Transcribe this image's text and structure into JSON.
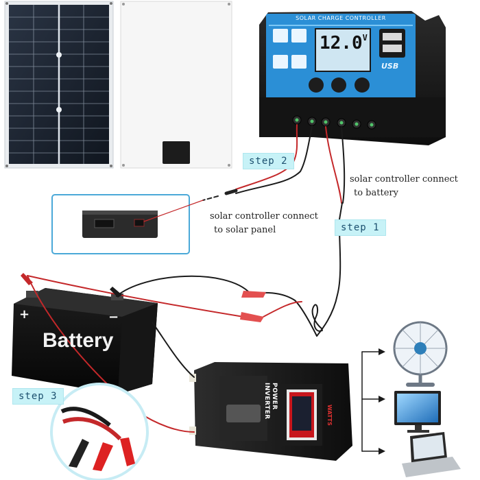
{
  "controller": {
    "header": "SOLAR CHARGE CONTROLLER",
    "lcd_value": "12.0",
    "lcd_unit": "V",
    "usb_label": "USB"
  },
  "battery": {
    "label": "Battery",
    "plus": "+",
    "minus": "−"
  },
  "inverter": {
    "title_1": "POWER",
    "title_2": "INVERTER",
    "watts": "WATTS"
  },
  "steps": {
    "step1": "step 1",
    "step2": "step 2",
    "step3": "step 3"
  },
  "notes": {
    "to_battery_1": "solar controller connect",
    "to_battery_2": "to battery",
    "to_panel_1": "solar controller connect",
    "to_panel_2": "to solar panel"
  },
  "colors": {
    "wire_red": "#c4282a",
    "wire_black": "#1a1a1a",
    "controller_blue": "#2b8fd6",
    "callout_border": "#4aa8d8",
    "step_bg": "#c7f2f7"
  },
  "icons": [
    "solar-panel-icon",
    "fan-icon",
    "monitor-icon",
    "laptop-icon",
    "alligator-clip-icon"
  ]
}
